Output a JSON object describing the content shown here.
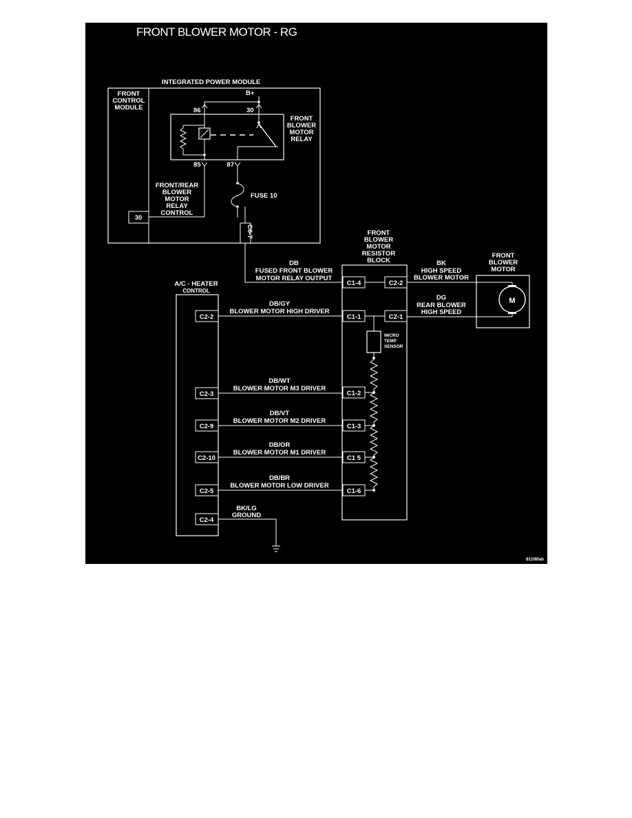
{
  "title": "FRONT BLOWER MOTOR - RG",
  "figure_code": "811f8fab",
  "integrated_power_module": {
    "title": "INTEGRATED POWER MODULE",
    "front_control_module": [
      "FRONT",
      "CONTROL",
      "MODULE"
    ],
    "b_plus": "B+",
    "relay_label": [
      "FRONT",
      "BLOWER",
      "MOTOR",
      "RELAY"
    ],
    "pin_86": "86",
    "pin_30": "30",
    "pin_85": "85",
    "pin_87": "87",
    "relay_control_label": [
      "FRONT/REAR",
      "BLOWER",
      "MOTOR",
      "RELAY",
      "CONTROL"
    ],
    "fcm_pin": "30",
    "fuse": "FUSE 10",
    "connector": "C6-7"
  },
  "resistor_block": {
    "title": [
      "FRONT",
      "BLOWER",
      "MOTOR",
      "RESISTOR",
      "BLOCK"
    ],
    "sensor": [
      "MICRO",
      "TEMP",
      "SENSOR"
    ],
    "pins_left": [
      "C1-4",
      "C1-1",
      "C1-2",
      "C1-3",
      "C1 5",
      "C1-6"
    ],
    "pins_right": [
      "C2-2",
      "C2-1"
    ]
  },
  "blower_motor": {
    "title": [
      "FRONT",
      "BLOWER",
      "MOTOR"
    ],
    "symbol": "M"
  },
  "ac_heater_control": {
    "title": [
      "A/C - HEATER",
      "CONTROL"
    ],
    "pins": [
      "C2-2",
      "C2-3",
      "C2-9",
      "C2-10",
      "C2-5",
      "C2-4"
    ]
  },
  "wires": [
    {
      "color": "DB",
      "circuit": [
        "FUSED FRONT BLOWER",
        "MOTOR RELAY OUTPUT"
      ]
    },
    {
      "color": "DB/GY",
      "circuit": [
        "BLOWER MOTOR HIGH DRIVER"
      ]
    },
    {
      "color": "DB/WT",
      "circuit": [
        "BLOWER MOTOR M3 DRIVER"
      ]
    },
    {
      "color": "DB/VT",
      "circuit": [
        "BLOWER MOTOR M2 DRIVER"
      ]
    },
    {
      "color": "DB/OR",
      "circuit": [
        "BLOWER MOTOR M1 DRIVER"
      ]
    },
    {
      "color": "DB/BR",
      "circuit": [
        "BLOWER MOTOR LOW DRIVER"
      ]
    },
    {
      "color": "BK/LG",
      "circuit": [
        "GROUND"
      ]
    },
    {
      "color": "BK",
      "circuit": [
        "HIGH SPEED",
        "BLOWER MOTOR"
      ]
    },
    {
      "color": "DG",
      "circuit": [
        "REAR BLOWER",
        "HIGH SPEED"
      ]
    }
  ],
  "colors": {
    "background": "#000000",
    "lines": "#ffffff"
  }
}
